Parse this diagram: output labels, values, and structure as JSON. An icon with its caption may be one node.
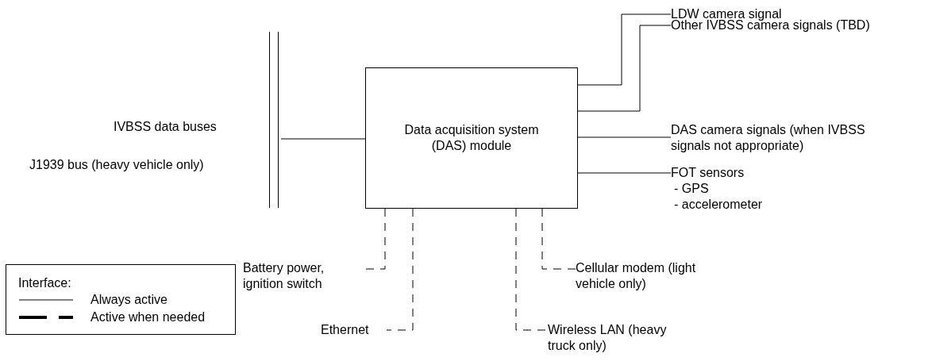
{
  "diagram": {
    "nodes": [
      {
        "text": [],
        "shape": "bar"
      },
      {
        "text": [
          "Data acquisition system (DAS) module"
        ]
      },
      {
        "text": [
          "LDW camera signal"
        ]
      },
      {
        "text": [
          "Other IVBSS camera signals (TBD)"
        ]
      },
      {
        "text": [
          "DAS camera signals (when IVBSS signals not appropriate)"
        ]
      },
      {
        "text": [
          "FOT sensors",
          "- GPS",
          "- accelerometer"
        ]
      },
      {
        "text": [
          "Battery power, ignition switch"
        ]
      },
      {
        "text": [
          "Cellular modem (light vehicle only)"
        ]
      },
      {
        "text": [
          "Ethernet"
        ]
      },
      {
        "text": [
          "Wireless LAN (heavy truck only)"
        ]
      }
    ],
    "edges": [
      {
        "from": 0,
        "to": 1,
        "arrow": "none"
      },
      {
        "from": 1,
        "to": 2,
        "arrow": "none"
      },
      {
        "from": 1,
        "to": 3,
        "arrow": "none"
      },
      {
        "from": 1,
        "to": 4,
        "arrow": "none"
      },
      {
        "from": 1,
        "to": 5,
        "arrow": "none"
      },
      {
        "from": 1,
        "to": 6,
        "arrow": "none",
        "style": "dashed"
      },
      {
        "from": 1,
        "to": 8,
        "arrow": "none",
        "style": "dashed"
      },
      {
        "from": 1,
        "to": 9,
        "arrow": "none",
        "style": "dashed"
      },
      {
        "from": 1,
        "to": 7,
        "arrow": "none",
        "style": "dashed"
      }
    ],
    "labels": [
      "IVBSS data buses",
      "J1939 bus (heavy vehicle only)",
      "Interface:"
    ],
    "legend": [
      {
        "text": "Always active"
      },
      {
        "text": "Active when needed"
      }
    ]
  }
}
